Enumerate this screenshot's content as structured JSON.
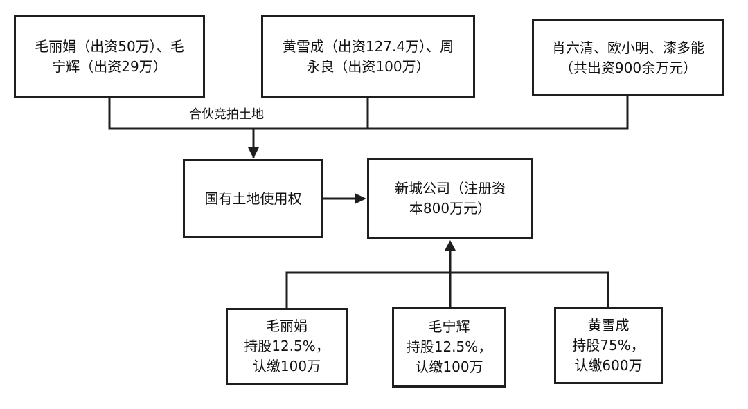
{
  "investors": {
    "mao_zhou": "毛丽娟（出资50万）、毛\n宁辉（出资29万）",
    "huang_zhou": "黄雪成（出资127.4万）、周\n永良（出资100万）",
    "xiao_group": "肖六清、欧小明、漆多能\n（共出资900余万元）"
  },
  "edge_label": "合伙竞拍土地",
  "land": "国有土地使用权",
  "company": "新城公司（注册资\n本800万元）",
  "shareholders": [
    {
      "text": "毛丽娟\n持股12.5%，\n认缴100万"
    },
    {
      "text": "毛宁辉\n持股12.5%，\n认缴100万"
    },
    {
      "text": "黄雪成\n持股75%，\n认缴600万"
    }
  ],
  "colors": {
    "stroke": "#1e1e1e",
    "background": "#ffffff"
  }
}
